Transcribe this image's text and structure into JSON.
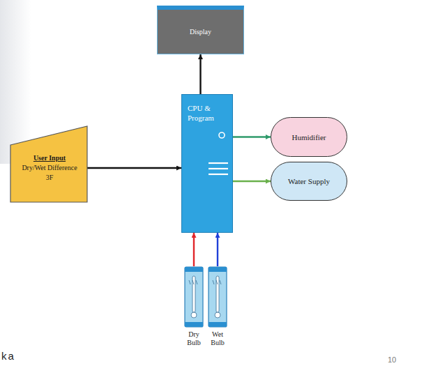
{
  "diagram": {
    "nodes": [
      {
        "text": [
          "Display"
        ]
      },
      {
        "text": [
          "User Input",
          "Dry/Wet Difference 3F"
        ]
      },
      {
        "text": [
          "CPU & Program"
        ]
      },
      {
        "text": [
          "Humidifier"
        ]
      },
      {
        "text": [
          "Water Supply"
        ]
      },
      {
        "text": [
          "Dry Bulb"
        ]
      },
      {
        "text": [
          "Wet Bulb"
        ]
      }
    ],
    "edges": [
      {
        "from": 2,
        "to": 0,
        "arrow": "to"
      },
      {
        "from": 1,
        "to": 2,
        "arrow": "to"
      },
      {
        "from": 2,
        "to": 3,
        "arrow": "to"
      },
      {
        "from": 2,
        "to": 4,
        "arrow": "to"
      },
      {
        "from": 5,
        "to": 2,
        "arrow": "to"
      },
      {
        "from": 6,
        "to": 2,
        "arrow": "to"
      }
    ],
    "labels": [
      "ka",
      "10"
    ]
  }
}
